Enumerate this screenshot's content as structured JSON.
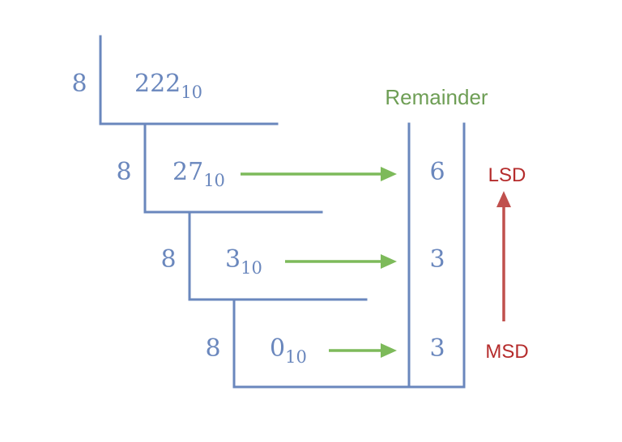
{
  "colors": {
    "division_lines": "#6a87bd",
    "numbers": "#6a87bd",
    "arrows": "#7dba5a",
    "remainder_heading": "#6e9e55",
    "significance": "#b52c2c",
    "significance_arrow": "#c0504d"
  },
  "divisor": "8",
  "steps": [
    {
      "divisor": "8",
      "value": "222",
      "base": "10"
    },
    {
      "divisor": "8",
      "value": "27",
      "base": "10",
      "remainder": "6"
    },
    {
      "divisor": "8",
      "value": "3",
      "base": "10",
      "remainder": "3"
    },
    {
      "divisor": "8",
      "value": "0",
      "base": "10",
      "remainder": "3"
    }
  ],
  "remainder_heading": "Remainder",
  "lsd_label": "LSD",
  "msd_label": "MSD"
}
